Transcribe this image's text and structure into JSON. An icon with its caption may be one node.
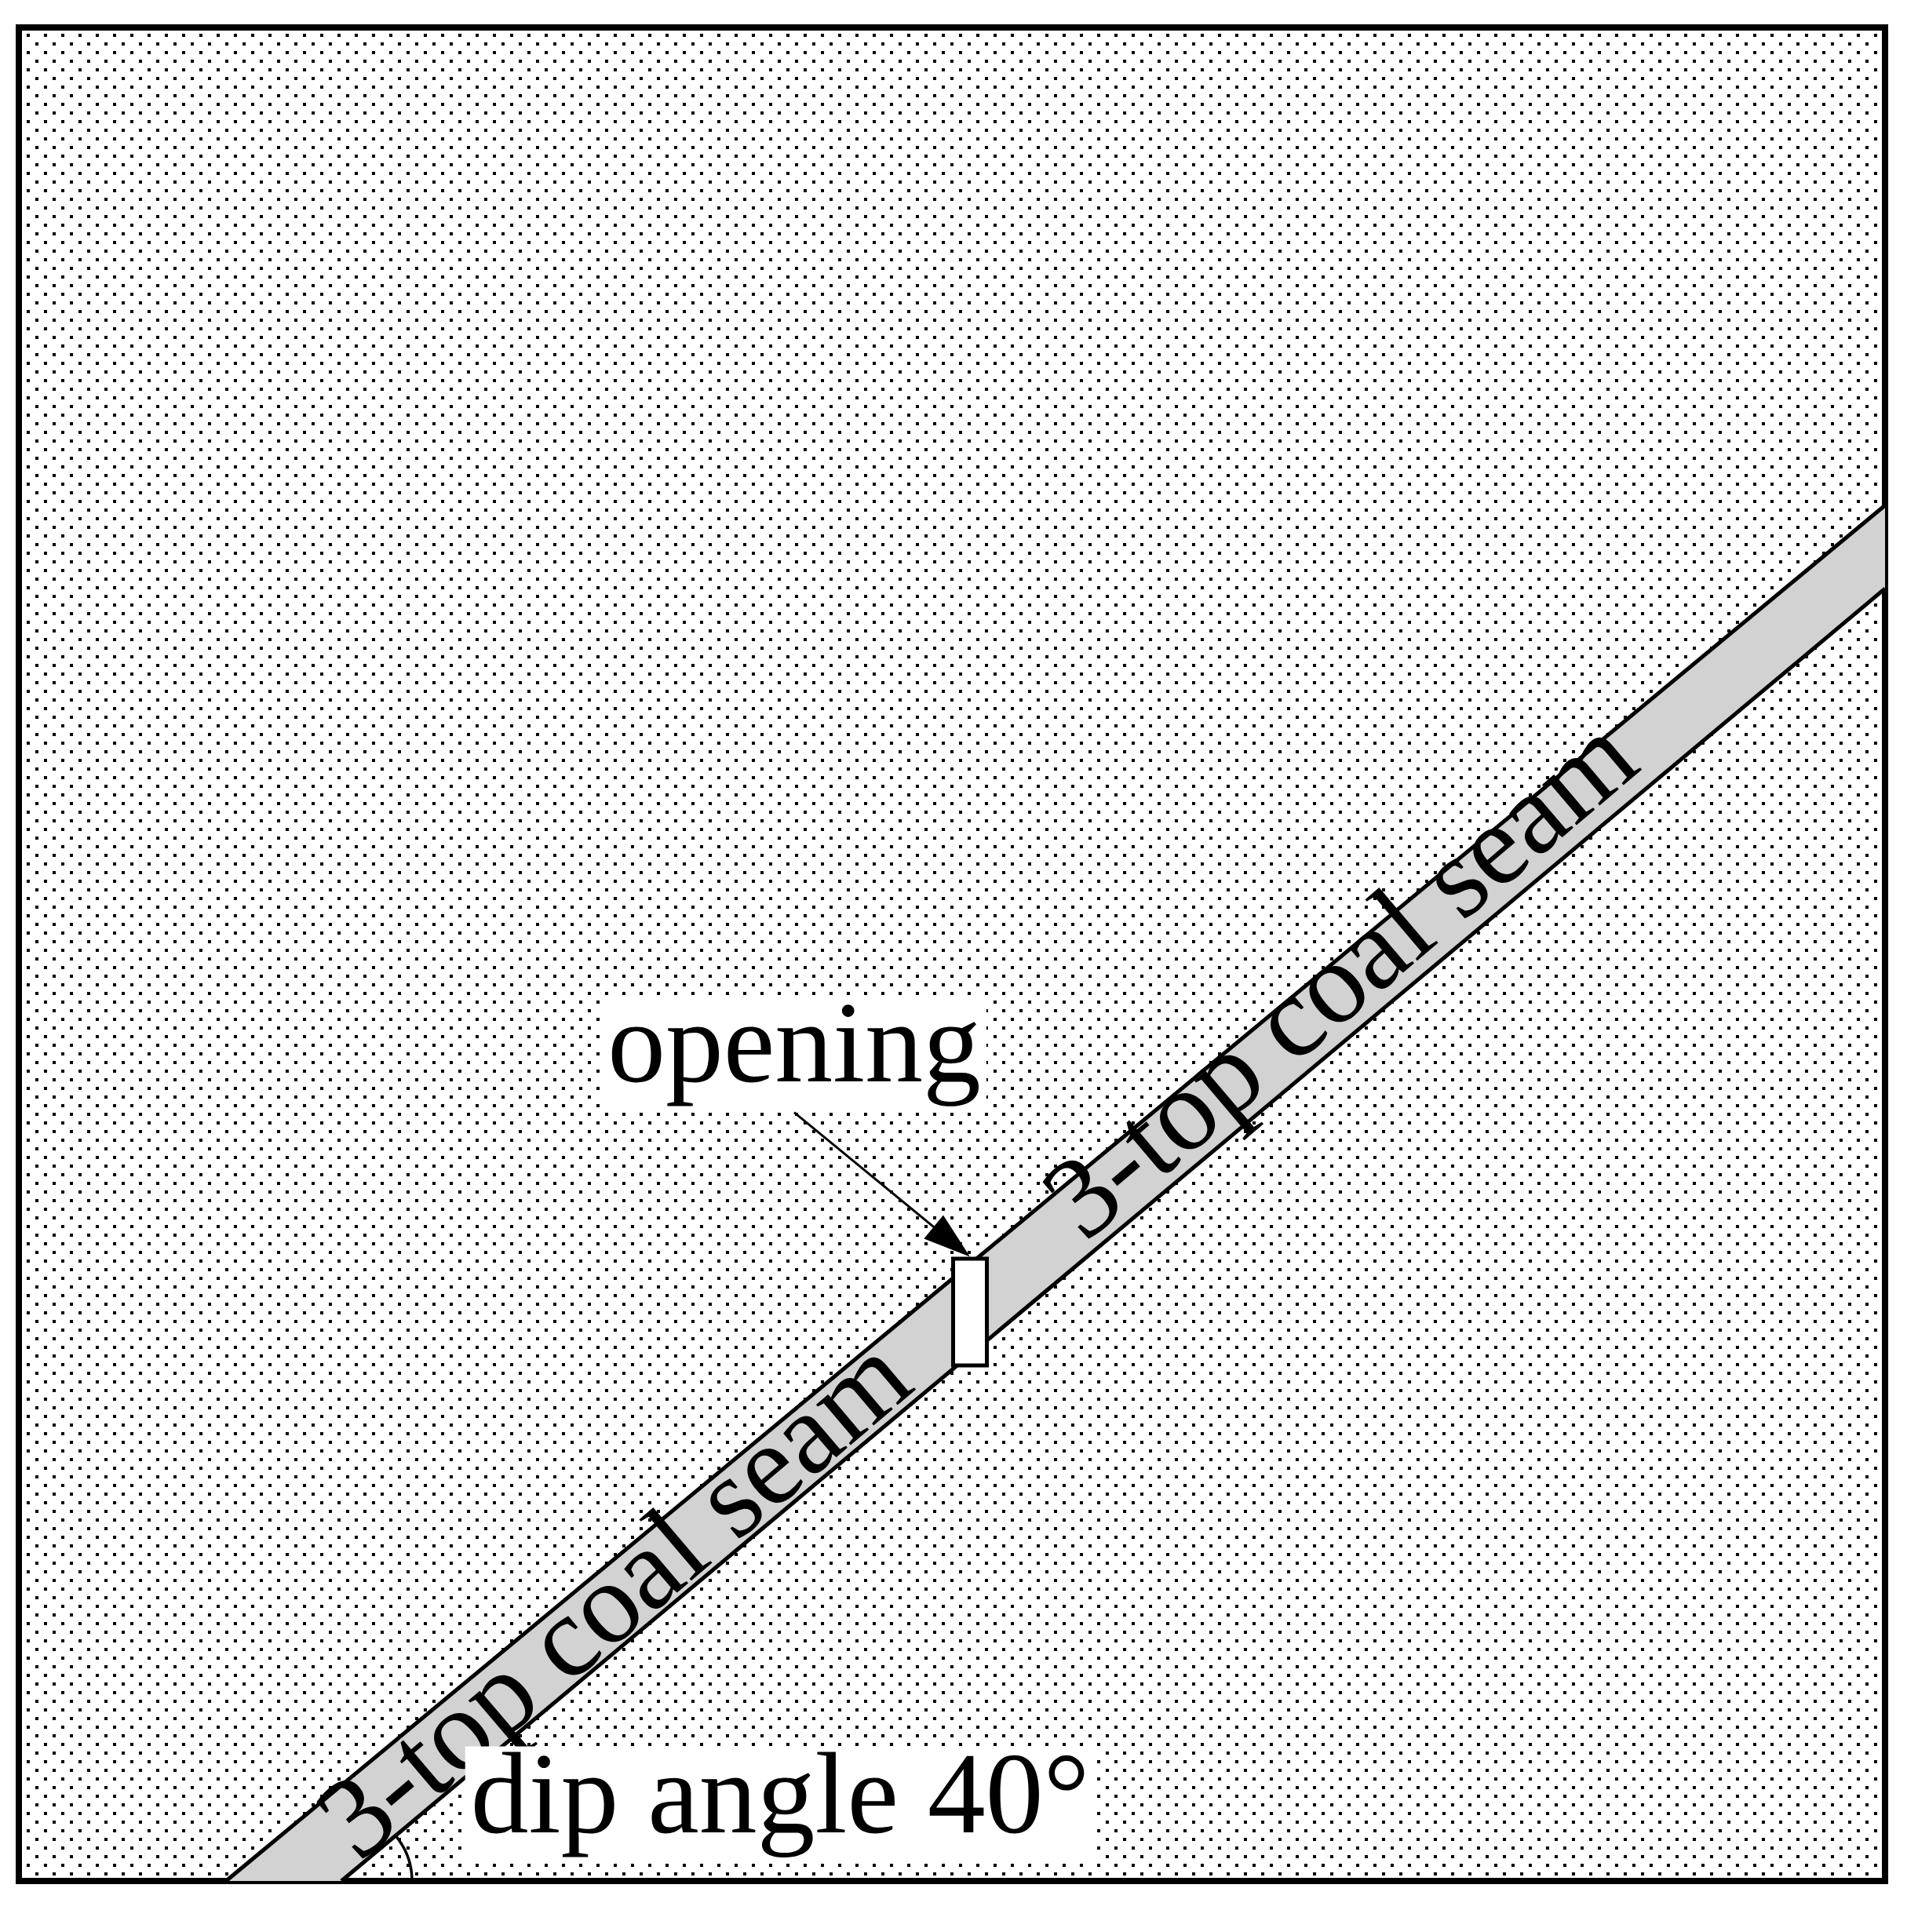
{
  "diagram": {
    "nodes": [
      {
        "text": [
          "3-top coal seam",
          "3-top coal seam"
        ]
      },
      {
        "text": [
          "opening"
        ]
      },
      {
        "text": [],
        "shape": "box",
        "in": 0
      }
    ],
    "edges": [
      {
        "from": 1,
        "to": 2,
        "arrow": "to"
      }
    ],
    "labels": [
      "dip angle 40°"
    ]
  }
}
